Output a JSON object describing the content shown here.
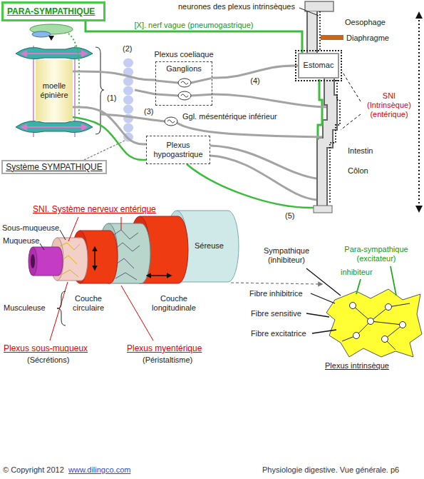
{
  "diagram": {
    "nodes": [
      {
        "text": [
          "PARA-SYMPATHIQUE"
        ]
      },
      {
        "text": [
          "moelle épinière"
        ]
      },
      {
        "text": [
          "Plexus coeliaque",
          "Ganglions"
        ]
      },
      {
        "text": [
          "Estomac"
        ]
      },
      {
        "text": [
          "Plexus hypogastrique"
        ]
      },
      {
        "text": [
          "Système SYMPATHIQUE"
        ]
      }
    ],
    "edges": [
      {
        "from": 0,
        "to": 3,
        "arrow": "none",
        "label": "[X]. nerf vague (pneumogastrique)"
      },
      {
        "from": 1,
        "to": 2,
        "arrow": "none"
      },
      {
        "from": 2,
        "to": 3,
        "arrow": "none",
        "label": "(4)"
      },
      {
        "from": 1,
        "to": 4,
        "arrow": "none"
      },
      {
        "from": 1,
        "to": 4,
        "arrow": "none"
      }
    ],
    "labels": [
      "neurones des plexus intrinsèques",
      "Oesophage",
      "Diaphragme",
      "(2)",
      "(1)",
      "SNI (Intrinsèque) (entérique)",
      "(3)",
      "Ggl. mésentérique inférieur",
      "Intestin",
      "Côlon",
      "(5)",
      "SNI. Système nerveux entérique",
      "Sous-muqueuse",
      "Muqueuse",
      "Séreuse",
      "Sympathique (inhibiteur)",
      "Para-sympathique (excitateur)",
      "inhibiteur",
      "Fibre inhibitrice",
      "Fibre sensitive",
      "Fibre excitatrice",
      "Musculeuse",
      "Couche circulaire",
      "Couche longitudinale",
      "Plexus sous-muqueux",
      "(Sécrétions)",
      "Plexus myentérique",
      "(Péristaltisme)",
      "Plexus intrinsèque",
      "© Copyright 2012",
      "www.dilingco.com",
      "Physiologie digestive. Vue générale. p6"
    ]
  }
}
